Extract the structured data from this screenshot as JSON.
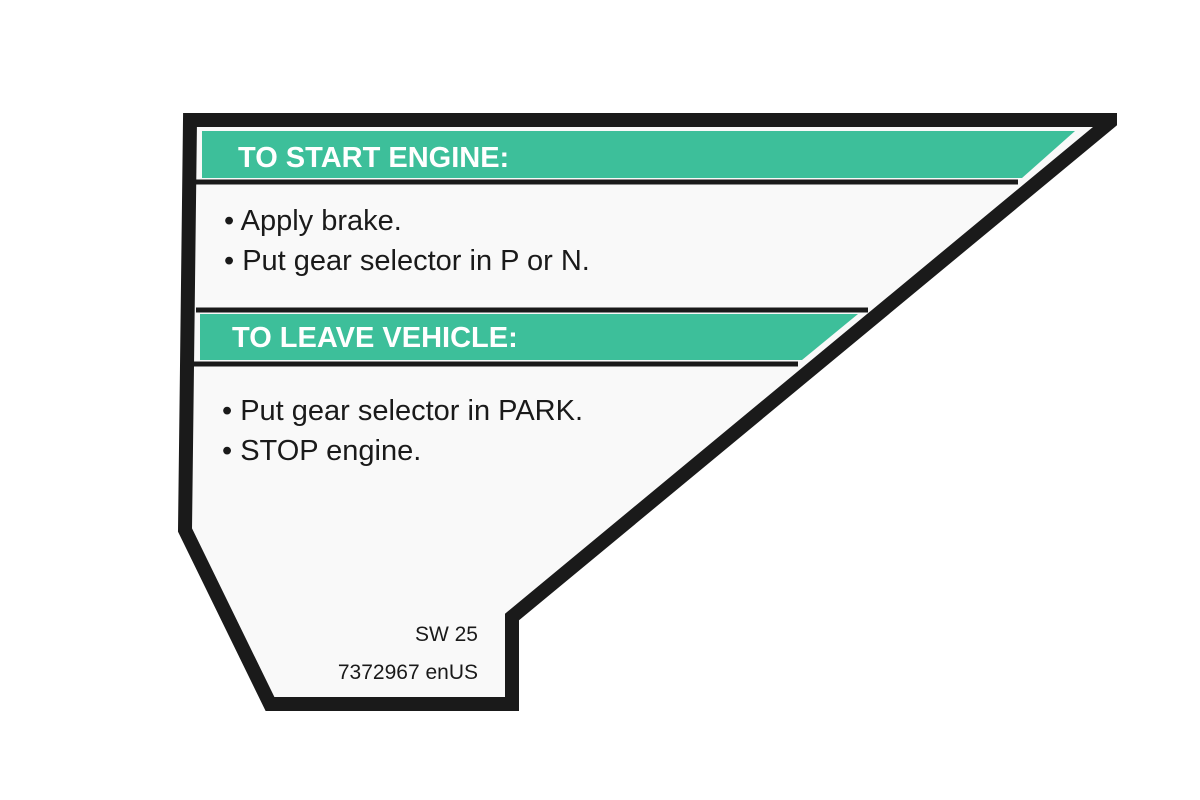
{
  "colors": {
    "accent": "#3dbf9a",
    "border": "#1a1a1a",
    "label_background": "#f9f9f9",
    "page_background": "#ffffff"
  },
  "sections": [
    {
      "heading": "TO START ENGINE:",
      "items": [
        "• Apply brake.",
        "• Put gear selector in P or N."
      ]
    },
    {
      "heading": "TO LEAVE VEHICLE:",
      "items": [
        "• Put gear selector in PARK.",
        "• STOP engine."
      ]
    }
  ],
  "footer": {
    "code": "SW 25",
    "part_number": "7372967 enUS"
  }
}
